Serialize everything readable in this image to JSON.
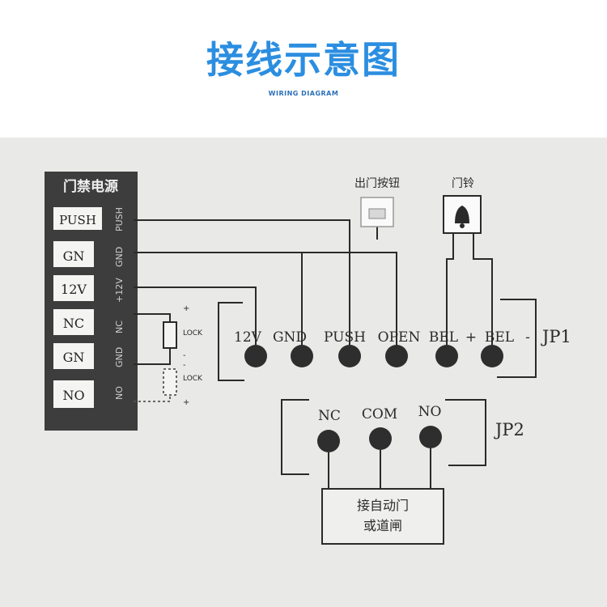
{
  "header": {
    "title": "接线示意图",
    "subtitle": "WIRING DIAGRAM"
  },
  "power_supply": {
    "title": "门禁电源",
    "terminals": [
      {
        "label": "PUSH",
        "side_label": "PUSH"
      },
      {
        "label": "GN",
        "side_label": "GND"
      },
      {
        "label": "12V",
        "side_label": "+12V"
      },
      {
        "label": "NC",
        "side_label": "NC"
      },
      {
        "label": "GN",
        "side_label": "GND"
      },
      {
        "label": "NO",
        "side_label": "NO"
      }
    ]
  },
  "locks": [
    {
      "label": "LOCK",
      "plus": "+",
      "minus": "-"
    },
    {
      "label": "LOCK",
      "plus": "+",
      "minus": "-"
    }
  ],
  "exit_button": {
    "label": "出门按钮"
  },
  "doorbell": {
    "label": "门铃"
  },
  "jp1": {
    "name": "JP1",
    "pins": [
      "12V",
      "GND",
      "PUSH",
      "OPEN",
      "BEL",
      "+",
      "BEL",
      "-"
    ]
  },
  "jp2": {
    "name": "JP2",
    "pins": [
      "NC",
      "COM",
      "NO"
    ]
  },
  "auto_door": {
    "line1": "接自动门",
    "line2": "或道闸"
  },
  "colors": {
    "title": "#2b8ee0",
    "ink": "#2a2a2a",
    "board": "#3d3d3d",
    "photo_bg": "#e9e9e7"
  }
}
